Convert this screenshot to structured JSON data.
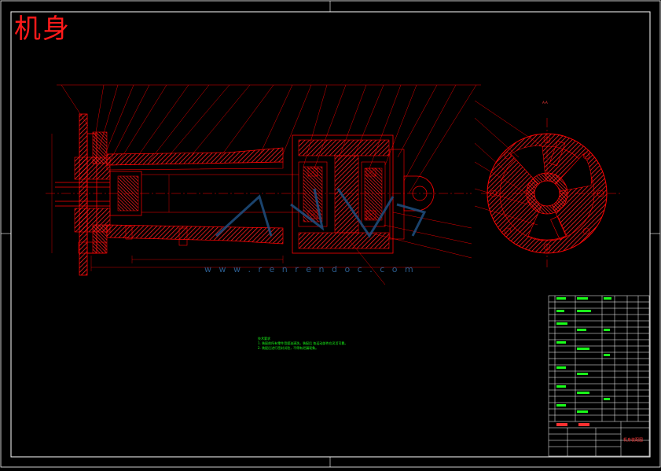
{
  "drawing": {
    "title": "机身",
    "section_label": "A-A",
    "watermark": "w w w . r e n r e n d o c . c o m",
    "notes": {
      "heading": "技术要求",
      "lines": [
        "1. 装配前所有零件用煤油清洗，装配后  各运动部件应灵活可靠。",
        "2. 装配后进行密封试验，不得有泄漏现象。"
      ]
    },
    "title_block": {
      "name": "机身装配图"
    }
  },
  "colors": {
    "background": "#000000",
    "frame": "#ffffff",
    "geometry": "#ff0000",
    "hatch": "#ff2a2a",
    "center_line": "#ff0000",
    "notes": "#00ff00",
    "title_text": "#ff1a1a"
  },
  "icons": {
    "section_view": "circular-section-icon",
    "main_view": "cylinder-assembly-icon"
  }
}
